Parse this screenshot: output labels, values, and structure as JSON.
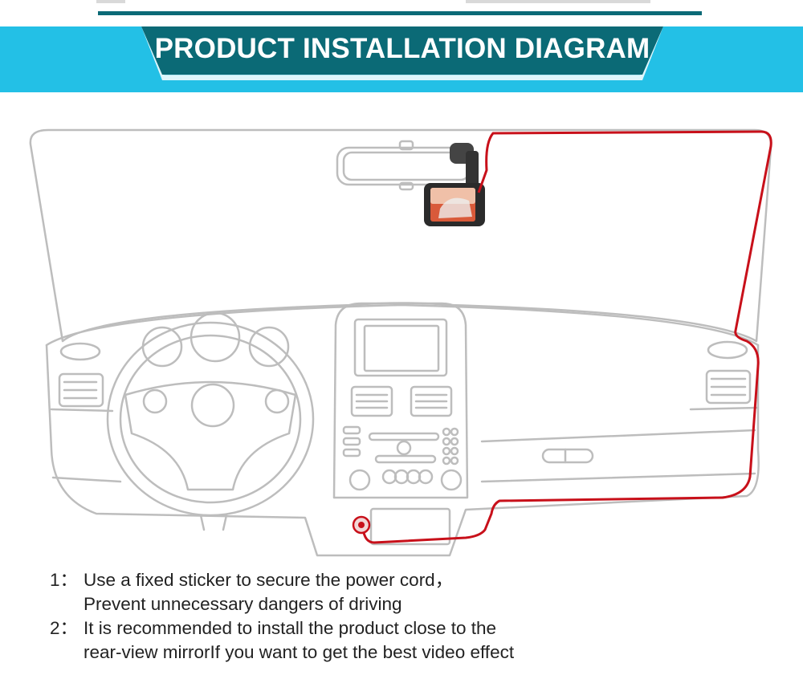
{
  "header": {
    "title": "PRODUCT INSTALLATION DIAGRAM"
  },
  "colors": {
    "banner_light": "#23c0e6",
    "banner_dark": "#0b6a76",
    "power_cord": "#c8101a",
    "outline": "#bdbdbd"
  },
  "notes": [
    {
      "number": "1：",
      "line1": "Use a fixed sticker to secure the power cord，",
      "line2": "Prevent unnecessary dangers of driving"
    },
    {
      "number": "2：",
      "line1": "It is recommended to install the product close to the",
      "line2": "rear-view mirrorIf you want to get the best video effect"
    }
  ]
}
